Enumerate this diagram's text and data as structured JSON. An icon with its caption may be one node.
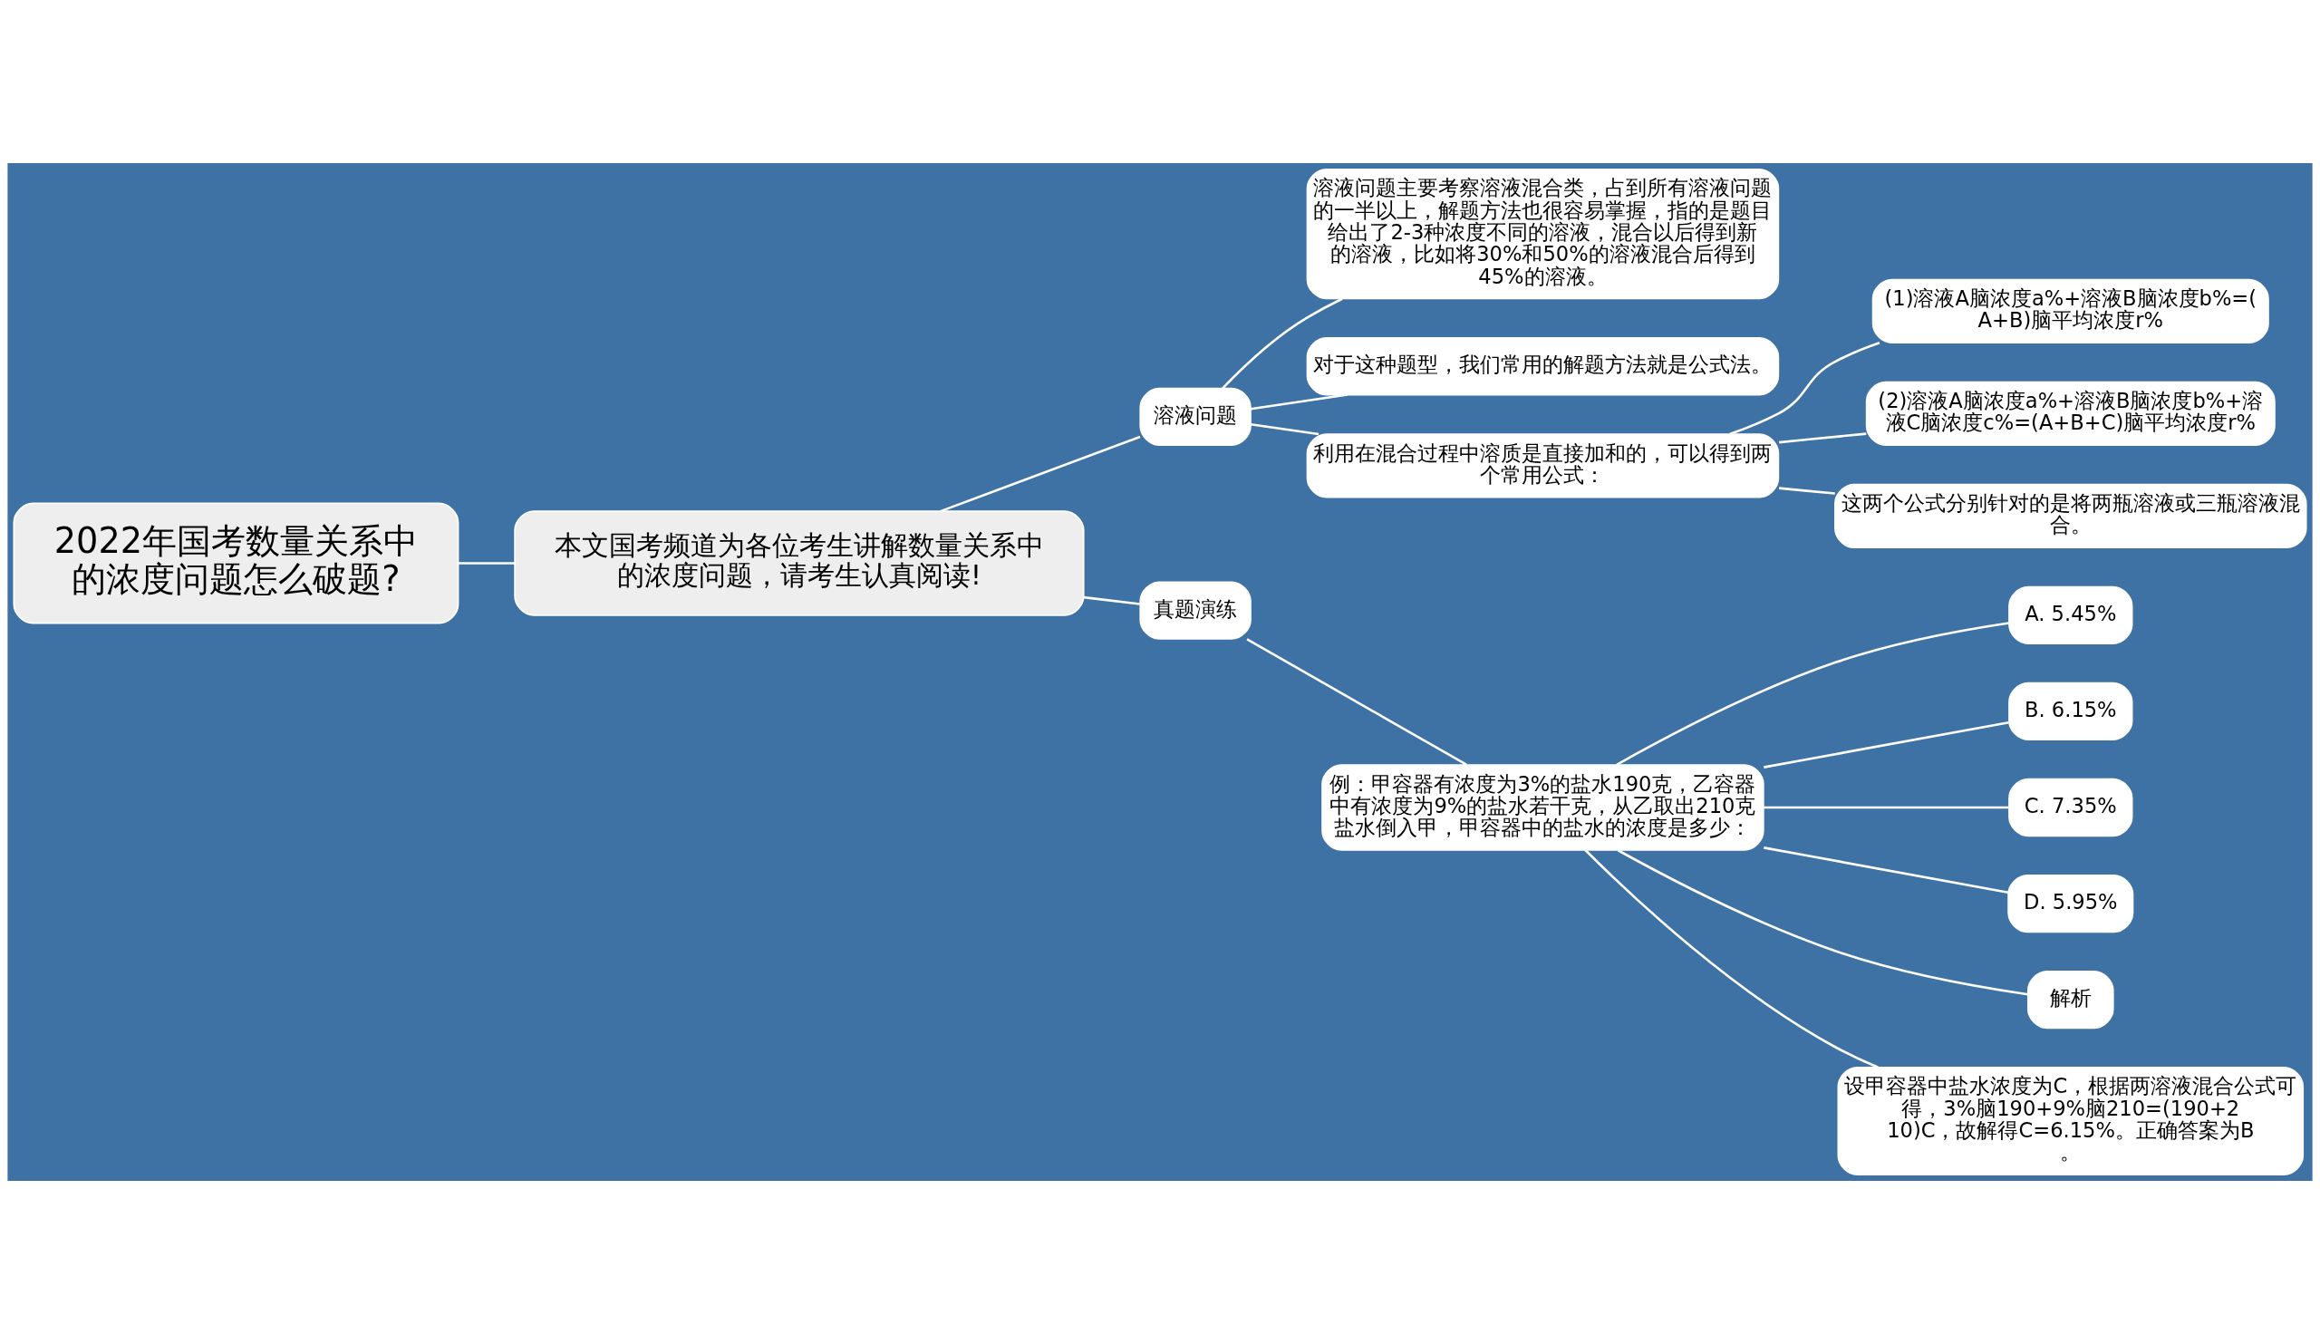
{
  "diagram": {
    "nodes": [
      {
        "text": [
          "2022年国考数量关系中的浓度问题怎么破题?"
        ]
      },
      {
        "text": [
          "本文国考频道为各位考生讲解数量关系中的浓度问题，请考生认真阅读!"
        ]
      },
      {
        "text": [
          "溶液问题"
        ]
      },
      {
        "text": [
          "溶液问题主要考察溶液混合类，占到所有溶液问题的一半以上，解题方法也很容易掌握，指的是题目给出了2-3种浓度不同的溶液，混合以后得到新的溶液，比如将30%和50%的溶液混合后得到45%的溶液。"
        ]
      },
      {
        "text": [
          "对于这种题型，我们常用的解题方法就是公式法。"
        ]
      },
      {
        "text": [
          "利用在混合过程中溶质是直接加和的，可以得到两个常用公式："
        ]
      },
      {
        "text": [
          "(1)溶液A脑浓度a%+溶液B脑浓度b%=(A+B)脑平均浓度r%"
        ]
      },
      {
        "text": [
          "(2)溶液A脑浓度a%+溶液B脑浓度b%+溶液C脑浓度c%=(A+B+C)脑平均浓度r%"
        ]
      },
      {
        "text": [
          "这两个公式分别针对的是将两瓶溶液或三瓶溶液混合。"
        ]
      },
      {
        "text": [
          "真题演练"
        ]
      },
      {
        "text": [
          "例：甲容器有浓度为3%的盐水190克，乙容器中有浓度为9%的盐水若干克，从乙取出210克盐水倒入甲，甲容器中的盐水的浓度是多少："
        ]
      },
      {
        "text": [
          "A. 5.45%"
        ]
      },
      {
        "text": [
          "B. 6.15%"
        ]
      },
      {
        "text": [
          "C. 7.35%"
        ]
      },
      {
        "text": [
          "D. 5.95%"
        ]
      },
      {
        "text": [
          "解析"
        ]
      },
      {
        "text": [
          "设甲容器中盐水浓度为C，根据两溶液混合公式可得，3%脑190+9%脑210=(190+210)C，故解得C=6.15%。正确答案为B。"
        ]
      }
    ],
    "edges": [
      {
        "from": 0,
        "to": 1,
        "arrow": "none"
      },
      {
        "from": 1,
        "to": 2,
        "arrow": "none"
      },
      {
        "from": 2,
        "to": 3,
        "arrow": "none"
      },
      {
        "from": 2,
        "to": 4,
        "arrow": "none"
      },
      {
        "from": 2,
        "to": 5,
        "arrow": "none"
      },
      {
        "from": 5,
        "to": 6,
        "arrow": "none"
      },
      {
        "from": 5,
        "to": 7,
        "arrow": "none"
      },
      {
        "from": 5,
        "to": 8,
        "arrow": "none"
      },
      {
        "from": 1,
        "to": 9,
        "arrow": "none"
      },
      {
        "from": 9,
        "to": 10,
        "arrow": "none"
      },
      {
        "from": 10,
        "to": 11,
        "arrow": "none"
      },
      {
        "from": 10,
        "to": 12,
        "arrow": "none"
      },
      {
        "from": 10,
        "to": 13,
        "arrow": "none"
      },
      {
        "from": 10,
        "to": 14,
        "arrow": "none"
      },
      {
        "from": 10,
        "to": 15,
        "arrow": "none"
      },
      {
        "from": 10,
        "to": 16,
        "arrow": "none"
      }
    ]
  }
}
